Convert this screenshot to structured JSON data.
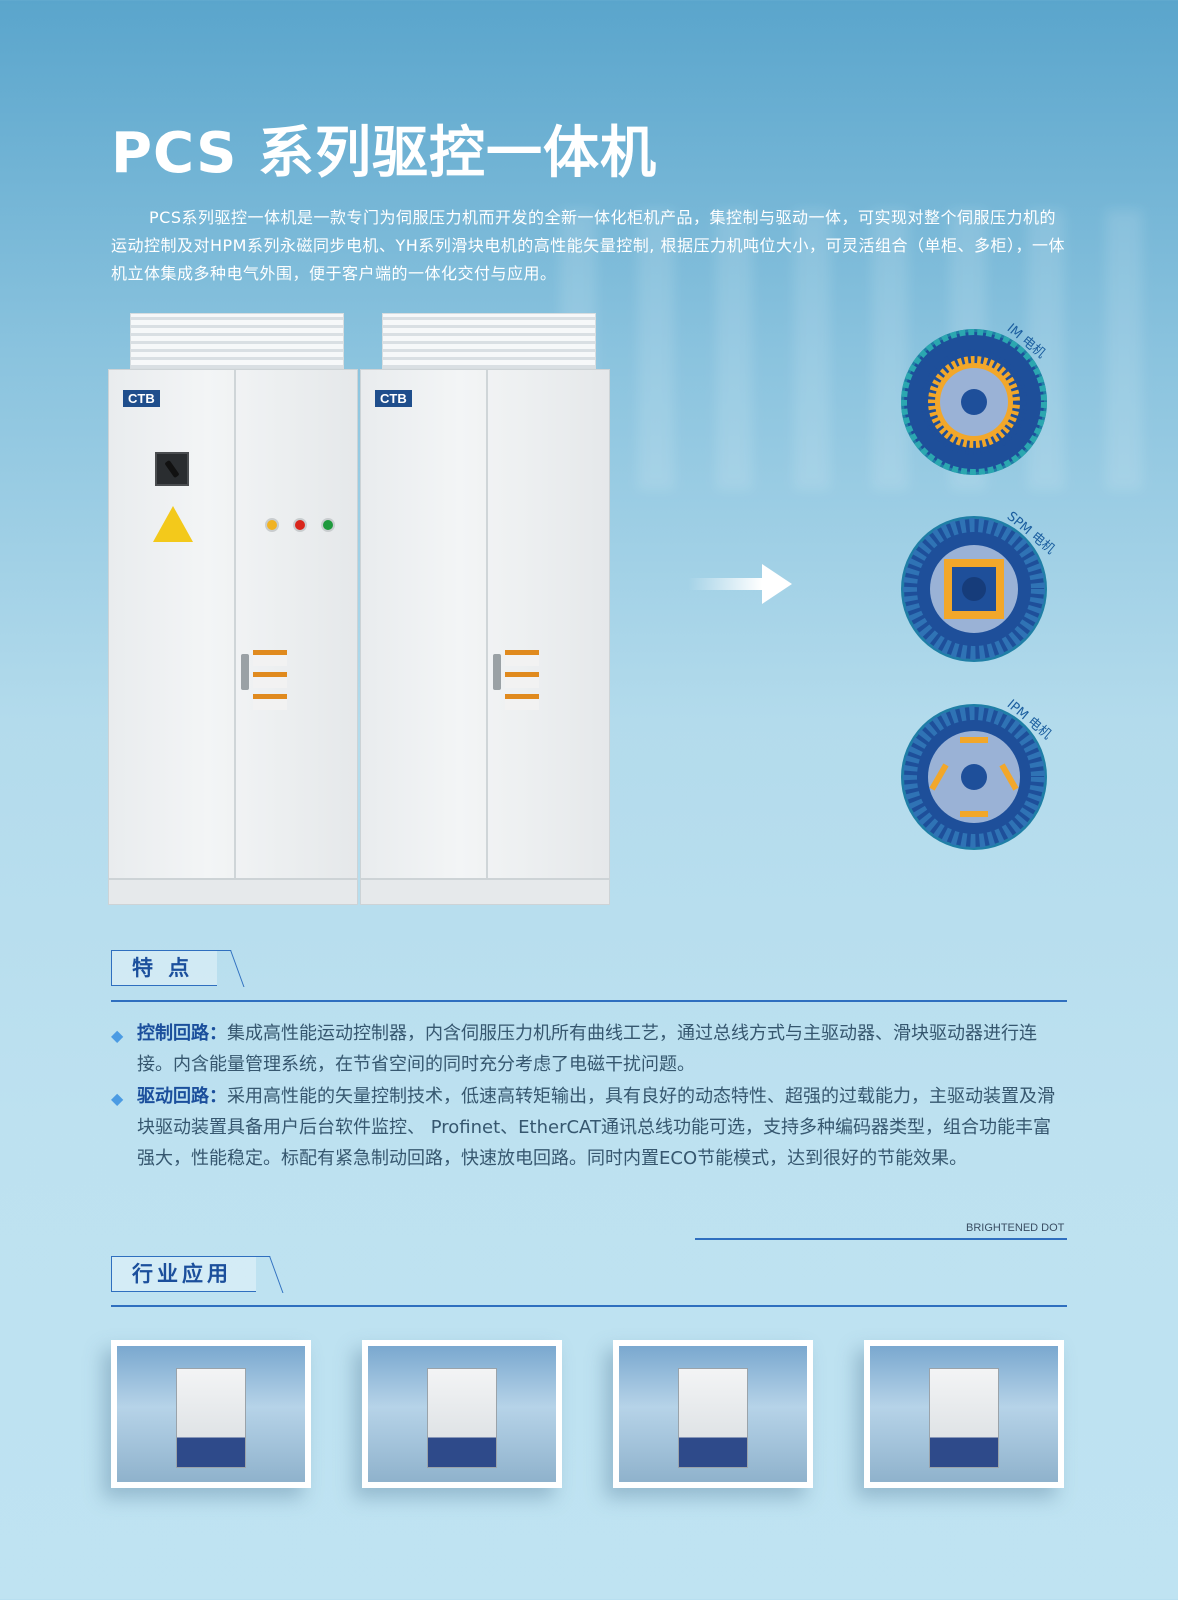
{
  "title": "PCS 系列驱控一体机",
  "intro": "PCS系列驱控一体机是一款专门为伺服压力机而开发的全新一体化柜机产品，集控制与驱动一体，可实现对整个伺服压力机的运动控制及对HPM系列永磁同步电机、YH系列滑块电机的高性能矢量控制, 根据压力机吨位大小，可灵活组合（单柜、多柜），一体机立体集成多种电气外围，便于客户端的一体化交付与应用。",
  "cabinet": {
    "logo": "CTB"
  },
  "motors": [
    {
      "label": "IM 电机",
      "type": "im"
    },
    {
      "label": "SPM 电机",
      "type": "spm"
    },
    {
      "label": "IPM 电机",
      "type": "ipm"
    }
  ],
  "features_section": {
    "heading": "特 点",
    "items": [
      {
        "title": "控制回路：",
        "text": "集成高性能运动控制器，内含伺服压力机所有曲线工艺，通过总线方式与主驱动器、滑块驱动器进行连接。内含能量管理系统，在节省空间的同时充分考虑了电磁干扰问题。"
      },
      {
        "title": "驱动回路：",
        "text": "采用高性能的矢量控制技术，低速高转矩输出，具有良好的动态特性、超强的过载能力，主驱动装置及滑块驱动装置具备用户后台软件监控、 Profinet、EtherCAT通讯总线功能可选，支持多种编码器类型，组合功能丰富强大，性能稳定。标配有紧急制动回路，快速放电回路。同时内置ECO节能模式，达到很好的节能效果。"
      }
    ]
  },
  "brand": "BRIGHTENED DOT",
  "applications_section": {
    "heading": "行业应用"
  },
  "colors": {
    "accent": "#1b4f9c",
    "line": "#2f6fbf",
    "bullet": "#4b9be3"
  }
}
